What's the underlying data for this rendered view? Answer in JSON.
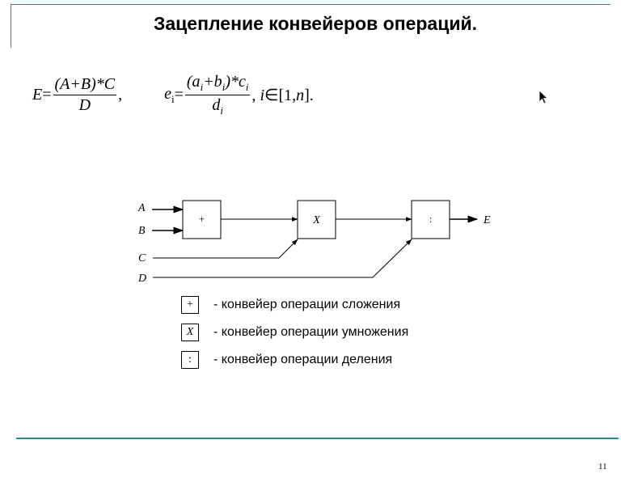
{
  "slide": {
    "title": "Зацепление конвейеров операций.",
    "page_number": "11"
  },
  "formulas": {
    "f1": {
      "lhs": "E",
      "eq": "=",
      "numerator": "(A+B)*C",
      "denominator": "D",
      "trail": ","
    },
    "f2": {
      "lhs_var": "e",
      "lhs_sub": "i",
      "eq": "=",
      "num_open": "(a",
      "num_sub1": "i",
      "num_plus": "+b",
      "num_sub2": "i",
      "num_close": ")*c",
      "num_sub3": "i",
      "den_var": "d",
      "den_sub": "i",
      "tail_comma": ",",
      "tail_i": "i",
      "tail_in": "∈",
      "tail_range_open": "[1,",
      "tail_n": "n",
      "tail_range_close": "]."
    }
  },
  "diagram": {
    "inputs": [
      "A",
      "B",
      "C",
      "D"
    ],
    "output": "E",
    "blocks": [
      {
        "id": "add",
        "symbol": "+"
      },
      {
        "id": "mul",
        "symbol": "X"
      },
      {
        "id": "div",
        "symbol": ":"
      }
    ]
  },
  "legend": [
    {
      "symbol": "+",
      "text": "- конвейер операции сложения"
    },
    {
      "symbol": "X",
      "text": "- конвейер операции умножения"
    },
    {
      "symbol": ":",
      "text": "- конвейер операции деления"
    }
  ]
}
